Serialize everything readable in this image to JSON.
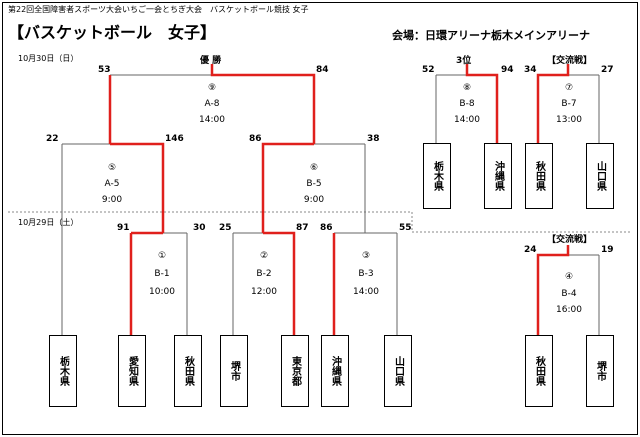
{
  "header": {
    "caption": "第22回全国障害者スポーツ大会いちご一会とちぎ大会　バスケットボール競技 女子",
    "title": "【バスケットボール　女子】",
    "venue": "会場：日環アリーナ栃木メインアリーナ"
  },
  "dates": {
    "oct30": "10月30日（日）",
    "oct29": "10月29日（土）"
  },
  "final": {
    "label": "優 勝",
    "num": "⑨",
    "code": "A-8",
    "time": "14:00",
    "score_left": "53",
    "score_right": "84"
  },
  "semi_left": {
    "num": "⑤",
    "code": "A-5",
    "time": "9:00",
    "score_left": "22",
    "score_right": "146"
  },
  "semi_right": {
    "num": "⑥",
    "code": "B-5",
    "time": "9:00",
    "score_left": "86",
    "score_right": "38"
  },
  "game1": {
    "num": "①",
    "code": "B-1",
    "time": "10:00",
    "score_left": "91",
    "score_right": "30"
  },
  "game2": {
    "num": "②",
    "code": "B-2",
    "time": "12:00",
    "score_left": "25",
    "score_right": "87"
  },
  "game3": {
    "num": "③",
    "code": "B-3",
    "time": "14:00",
    "score_left": "86",
    "score_right": "55"
  },
  "third": {
    "label": "3位",
    "num": "⑧",
    "code": "B-8",
    "time": "14:00",
    "score_left": "52",
    "score_right": "94"
  },
  "exchange1": {
    "label": "【交流戦】",
    "num": "⑦",
    "code": "B-7",
    "time": "13:00",
    "score_left": "34",
    "score_right": "27"
  },
  "exchange2": {
    "label": "【交流戦】",
    "num": "④",
    "code": "B-4",
    "time": "16:00",
    "score_left": "24",
    "score_right": "19"
  },
  "teams": {
    "t1": "栃木県",
    "t2": "愛知県",
    "t3": "秋田県",
    "t4": "堺市",
    "t5": "東京都",
    "t6": "沖縄県",
    "t7": "山口県",
    "t3rd_a": "栃木県",
    "t3rd_b": "沖縄県",
    "tex1_a": "秋田県",
    "tex1_b": "山口県",
    "tex2_a": "秋田県",
    "tex2_b": "堺市"
  },
  "colors": {
    "winner_line": "#e0201c",
    "line": "#555555",
    "border": "#000000"
  }
}
